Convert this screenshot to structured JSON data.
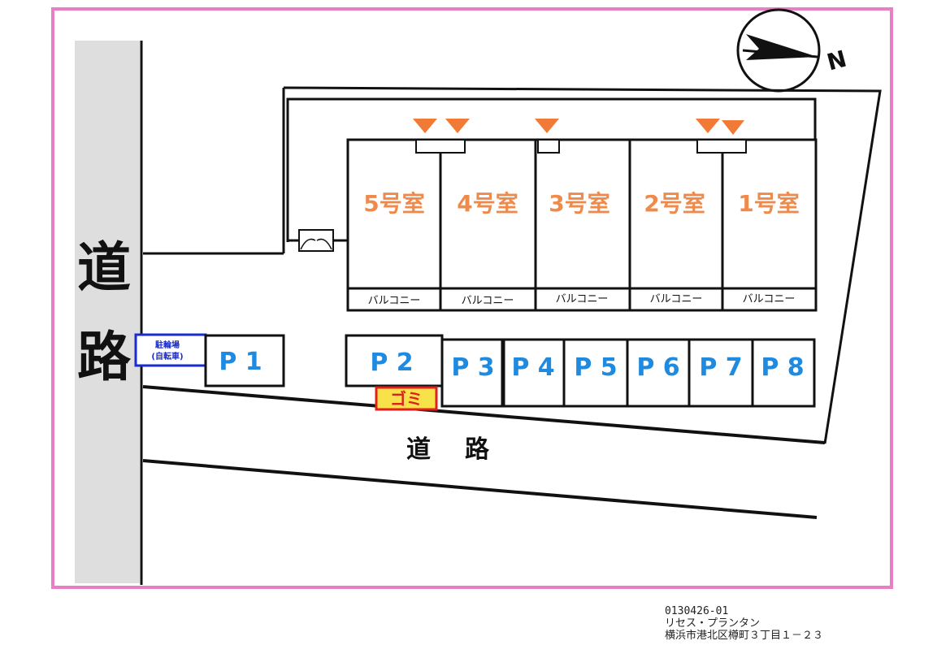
{
  "map": {
    "road_left": "道路",
    "road_left_chars": [
      "道",
      "路"
    ],
    "road_bottom": "道 路",
    "road_bottom_chars": [
      "道",
      "路"
    ],
    "north": "N",
    "rooms": [
      "5号室",
      "4号室",
      "3号室",
      "2号室",
      "1号室"
    ],
    "balcony": "バルコニー",
    "bicycle_lines": [
      "駐輪場",
      "(自転車)"
    ],
    "parking": [
      "P 1",
      "P 2",
      "P 3",
      "P 4",
      "P 5",
      "P 6",
      "P 7",
      "P 8"
    ],
    "garbage": "ゴミ",
    "colors": {
      "border": "#e87fc2",
      "room_label": "#f08a4b",
      "parking_label": "#1e8ae0",
      "entrance_marker": "#f07a36",
      "bicycle_box": "#1a2ccf",
      "garbage_fill": "#f7e24a",
      "garbage_border": "#e0201c",
      "garbage_text": "#d8231f",
      "road_fill": "#dedede",
      "line": "#111111"
    }
  },
  "caption": {
    "code": "0130426-01",
    "name": "リセス・プランタン",
    "address": "横浜市港北区樽町３丁目１－２３"
  }
}
